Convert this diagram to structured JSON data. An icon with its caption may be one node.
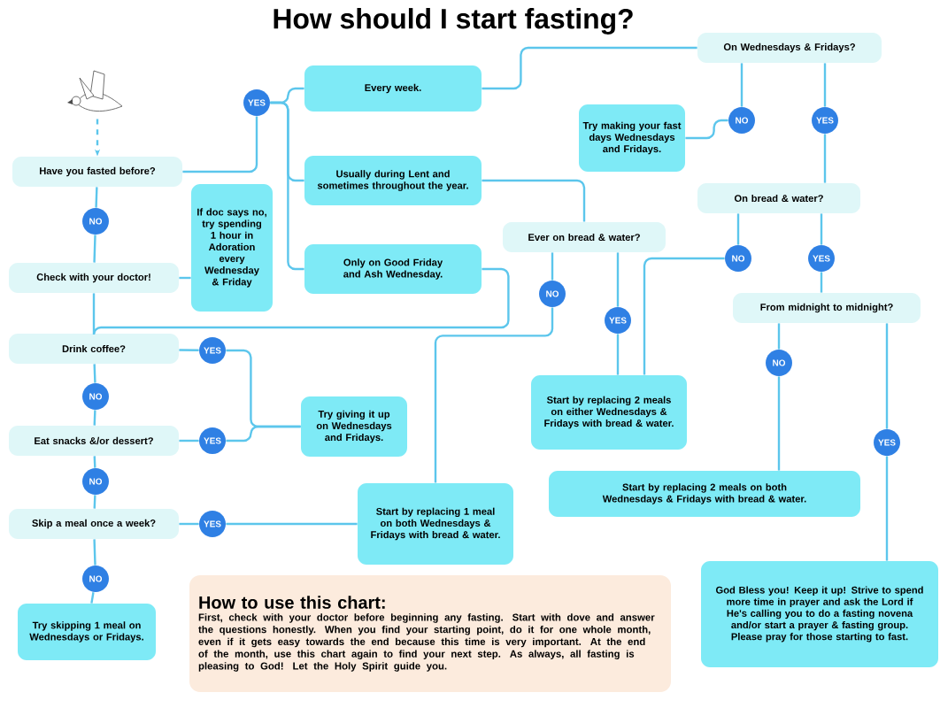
{
  "diagram": {
    "title": "How should I start fasting?",
    "nodes": [
      {
        "text": [],
        "shape": "picture"
      },
      {
        "text": [
          "Have you fasted before?"
        ]
      },
      {
        "text": [
          "YES"
        ]
      },
      {
        "text": [
          "Every week."
        ]
      },
      {
        "text": [
          "Usually during Lent and sometimes throughout the year."
        ]
      },
      {
        "text": [
          "Only on Good Friday and Ash Wednesday."
        ]
      },
      {
        "text": [
          "If doc says no, try spending 1 hour in Adoration every Wednesday & Friday"
        ]
      },
      {
        "text": [
          "NO"
        ]
      },
      {
        "text": [
          "Check with your doctor!"
        ]
      },
      {
        "text": [
          "Drink coffee?"
        ]
      },
      {
        "text": [
          "YES"
        ]
      },
      {
        "text": [
          "Try giving it up on Wednesdays and Fridays."
        ]
      },
      {
        "text": [
          "NO"
        ]
      },
      {
        "text": [
          "Eat snacks &/or dessert?"
        ]
      },
      {
        "text": [
          "YES"
        ]
      },
      {
        "text": [
          "NO"
        ]
      },
      {
        "text": [
          "Skip a meal once a week?"
        ]
      },
      {
        "text": [
          "YES"
        ]
      },
      {
        "text": [
          "NO"
        ]
      },
      {
        "text": [
          "Try skipping 1 meal on Wednesdays or Fridays."
        ]
      },
      {
        "text": [
          "Start by replacing 1 meal on both Wednesdays & Fridays with bread & water."
        ]
      },
      {
        "text": [
          "Ever on bread & water?"
        ]
      },
      {
        "text": [
          "NO"
        ]
      },
      {
        "text": [
          "YES"
        ]
      },
      {
        "text": [
          "Start by replacing 2 meals on either Wednesdays & Fridays with bread & water."
        ]
      },
      {
        "text": [
          "On Wednesdays & Fridays?"
        ]
      },
      {
        "text": [
          "Try making your fast days Wednesdays and Fridays."
        ]
      },
      {
        "text": [
          "NO"
        ]
      },
      {
        "text": [
          "YES"
        ]
      },
      {
        "text": [
          "On bread & water?"
        ]
      },
      {
        "text": [
          "NO"
        ]
      },
      {
        "text": [
          "YES"
        ]
      },
      {
        "text": [
          "From midnight to midnight?"
        ]
      },
      {
        "text": [
          "NO"
        ]
      },
      {
        "text": [
          "Start by replacing 2 meals on both Wednesdays & Fridays with bread & water."
        ]
      },
      {
        "text": [
          "YES"
        ]
      },
      {
        "text": [
          "God Bless you! Keep it up! Strive to spend more time in prayer and ask the Lord if He's calling you to do a fasting novena and/or start a prayer & fasting group. Please pray for those starting to fast."
        ]
      },
      {
        "text": [
          "How to use this chart:",
          "First, check with your doctor before beginning any fasting. Start with dove and answer the questions honestly. When you find your starting point, do it for one whole month, even if it gets easy towards the end because this time is very important. At the end of the month, use this chart again to find your next step. As always, all fasting is pleasing to God! Let the Holy Spirit guide you."
        ]
      }
    ],
    "edges": [
      {
        "from": 0,
        "to": 1,
        "arrow": "to",
        "style": "dashed"
      },
      {
        "from": 1,
        "to": 2,
        "arrow": "none"
      },
      {
        "from": 2,
        "to": 3,
        "arrow": "none"
      },
      {
        "from": 2,
        "to": 4,
        "arrow": "none"
      },
      {
        "from": 2,
        "to": 5,
        "arrow": "none"
      },
      {
        "from": 1,
        "to": 7,
        "arrow": "none"
      },
      {
        "from": 7,
        "to": 8,
        "arrow": "none"
      },
      {
        "from": 8,
        "to": 6,
        "arrow": "none"
      },
      {
        "from": 8,
        "to": 9,
        "arrow": "none"
      },
      {
        "from": 9,
        "to": 10,
        "arrow": "none"
      },
      {
        "from": 10,
        "to": 11,
        "arrow": "none"
      },
      {
        "from": 9,
        "to": 12,
        "arrow": "none"
      },
      {
        "from": 12,
        "to": 13,
        "arrow": "none"
      },
      {
        "from": 13,
        "to": 14,
        "arrow": "none"
      },
      {
        "from": 14,
        "to": 11,
        "arrow": "none"
      },
      {
        "from": 13,
        "to": 15,
        "arrow": "none"
      },
      {
        "from": 15,
        "to": 16,
        "arrow": "none"
      },
      {
        "from": 16,
        "to": 17,
        "arrow": "none"
      },
      {
        "from": 17,
        "to": 20,
        "arrow": "none"
      },
      {
        "from": 16,
        "to": 18,
        "arrow": "none"
      },
      {
        "from": 18,
        "to": 19,
        "arrow": "none"
      },
      {
        "from": 3,
        "to": 25,
        "arrow": "none"
      },
      {
        "from": 4,
        "to": 21,
        "arrow": "none"
      },
      {
        "from": 5,
        "to": 9,
        "arrow": "none"
      },
      {
        "from": 21,
        "to": 22,
        "arrow": "none"
      },
      {
        "from": 22,
        "to": 20,
        "arrow": "none"
      },
      {
        "from": 21,
        "to": 23,
        "arrow": "none"
      },
      {
        "from": 23,
        "to": 24,
        "arrow": "none"
      },
      {
        "from": 25,
        "to": 27,
        "arrow": "none"
      },
      {
        "from": 27,
        "to": 26,
        "arrow": "none"
      },
      {
        "from": 25,
        "to": 28,
        "arrow": "none"
      },
      {
        "from": 28,
        "to": 29,
        "arrow": "none"
      },
      {
        "from": 29,
        "to": 30,
        "arrow": "none"
      },
      {
        "from": 30,
        "to": 24,
        "arrow": "none"
      },
      {
        "from": 29,
        "to": 31,
        "arrow": "none"
      },
      {
        "from": 31,
        "to": 32,
        "arrow": "none"
      },
      {
        "from": 32,
        "to": 33,
        "arrow": "none"
      },
      {
        "from": 33,
        "to": 34,
        "arrow": "none"
      },
      {
        "from": 32,
        "to": 35,
        "arrow": "none"
      },
      {
        "from": 35,
        "to": 36,
        "arrow": "none"
      }
    ]
  }
}
